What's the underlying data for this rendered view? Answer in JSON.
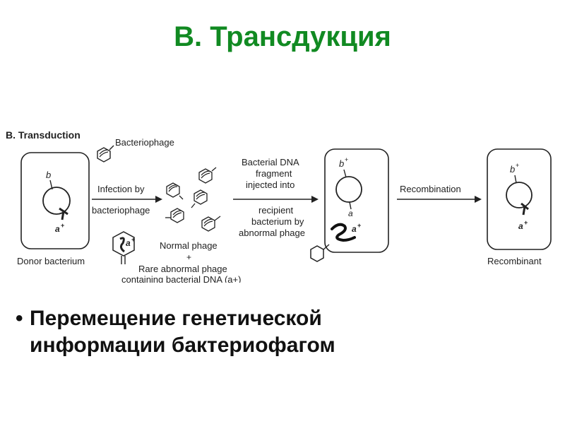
{
  "title": "В. Трансдукция",
  "diagram": {
    "heading": "B. Transduction",
    "bacteriophage_label": "Bacteriophage",
    "infection_line1": "Infection by",
    "infection_line2": "bacteriophage",
    "donor_label": "Donor bacterium",
    "donor_gene_b": "b",
    "donor_gene_a": "a",
    "donor_gene_a_sup": "+",
    "normal_phage": "Normal phage",
    "plus": "+",
    "rare_line1": "Rare abnormal phage",
    "rare_line2": "containing bacterial DNA (a+)",
    "rare_gene_a": "a",
    "rare_gene_a_sup": "+",
    "inject_line1": "Bacterial DNA",
    "inject_line2": "fragment",
    "inject_line3": "injected into",
    "recipient_line1": "recipient",
    "recipient_line2": "bacterium by",
    "recipient_line3": "abnormal phage",
    "recipient_gene_b": "b",
    "recipient_gene_b_sup": "+",
    "recipient_gene_a": "a",
    "fragment_gene_a": "a",
    "fragment_gene_a_sup": "+",
    "recombination_label": "Recombination",
    "recombinant_label": "Recombinant",
    "recombinant_gene_b": "b",
    "recombinant_gene_b_sup": "+",
    "recombinant_gene_a": "a",
    "recombinant_gene_a_sup": "+"
  },
  "bullet": "Перемещение генетической\nинформации бактериофагом"
}
